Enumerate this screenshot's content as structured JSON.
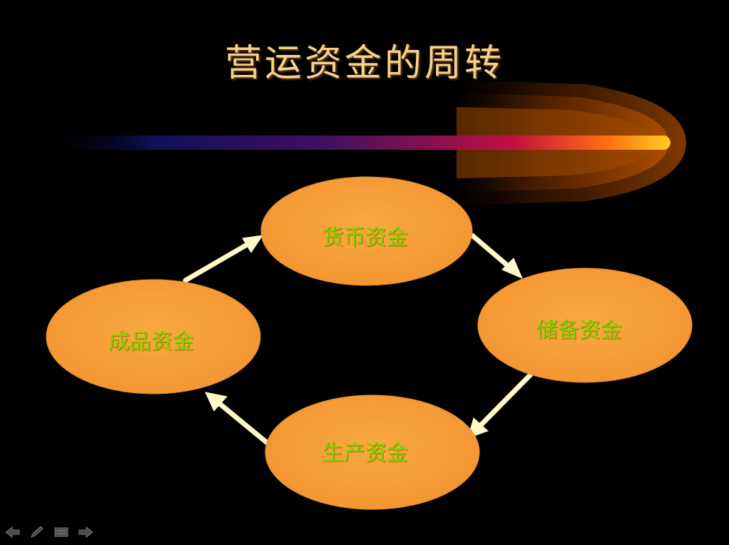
{
  "slide": {
    "title": "营运资金的周转",
    "nodes": {
      "money": "货币资金",
      "reserve": "储备资金",
      "production": "生产资金",
      "finished": "成品资金"
    }
  },
  "colors": {
    "background": "#000000",
    "title": "#f7d08a",
    "node_fill": "#f7a03a",
    "node_text": "#7cd400",
    "arrow": "#fff8c8"
  },
  "nav": {
    "icons": [
      "arrow-left-icon",
      "pen-icon",
      "menu-icon",
      "arrow-right-icon"
    ]
  }
}
